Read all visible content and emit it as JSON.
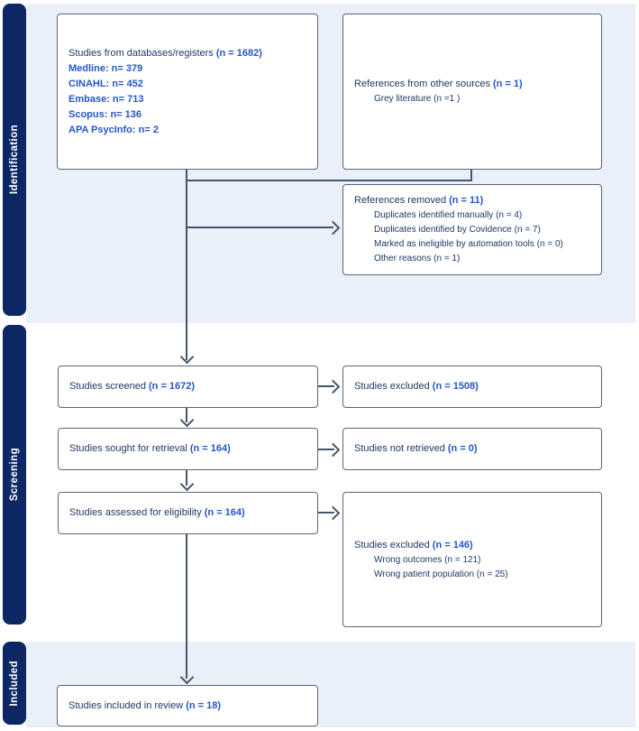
{
  "diagram": {
    "type": "PRISMA flow diagram",
    "colors": {
      "sidebar_navy": "#0d2764",
      "band_light_blue": "#eaf0fa",
      "box_border": "#5b6577",
      "connector": "#44546a",
      "title_navy": "#1f3864",
      "value_blue": "#2457c5"
    },
    "sections": {
      "identification": {
        "label": "Identification"
      },
      "screening": {
        "label": "Screening"
      },
      "included": {
        "label": "Included"
      }
    },
    "boxes": {
      "databases": {
        "title": "Studies from databases/registers",
        "n": "(n = 1682)",
        "items": {
          "0": "Medline: n= 379",
          "1": "CINAHL: n= 452",
          "2": "Embase: n= 713",
          "3": "Scopus: n= 136",
          "4": "APA PsycInfo: n= 2"
        }
      },
      "other_sources": {
        "title": "References from other sources",
        "n": "(n = 1)",
        "subs": {
          "0": "Grey literature (n =1 )"
        }
      },
      "references_removed": {
        "title": "References removed",
        "n": "(n = 11)",
        "subs": {
          "0": "Duplicates identified manually (n = 4)",
          "1": "Duplicates identified by Covidence (n = 7)",
          "2": "Marked as ineligible by automation tools (n = 0)",
          "3": "Other reasons (n = 1)"
        }
      },
      "screened": {
        "title": "Studies screened",
        "n": "(n = 1672)"
      },
      "excluded_screening": {
        "title": "Studies excluded",
        "n": "(n = 1508)"
      },
      "sought": {
        "title": "Studies sought for retrieval",
        "n": "(n = 164)"
      },
      "not_retrieved": {
        "title": "Studies not retrieved",
        "n": "(n = 0)"
      },
      "assessed": {
        "title": "Studies assessed for eligibility",
        "n": "(n = 164)"
      },
      "excluded_eligibility": {
        "title": "Studies excluded",
        "n": "(n = 146)",
        "subs": {
          "0": "Wrong outcomes (n = 121)",
          "1": "Wrong patient population (n = 25)"
        }
      },
      "included": {
        "title": "Studies included in review",
        "n": "(n = 18)"
      }
    }
  }
}
